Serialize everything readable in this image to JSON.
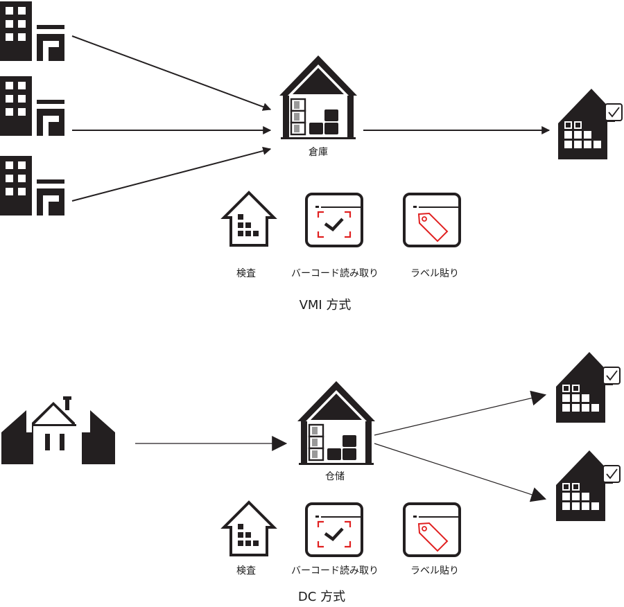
{
  "vmi": {
    "warehouse_label": "倉庫",
    "process_labels": [
      "検査",
      "バーコード読み取り",
      "ラベル貼り"
    ],
    "caption": "VMI 方式"
  },
  "dc": {
    "warehouse_label": "仓储",
    "process_labels": [
      "検査",
      "バーコード読み取り",
      "ラベル貼り"
    ],
    "caption": "DC 方式"
  },
  "colors": {
    "icon": "#231f20",
    "accent": "#e02020",
    "background": "#ffffff"
  }
}
